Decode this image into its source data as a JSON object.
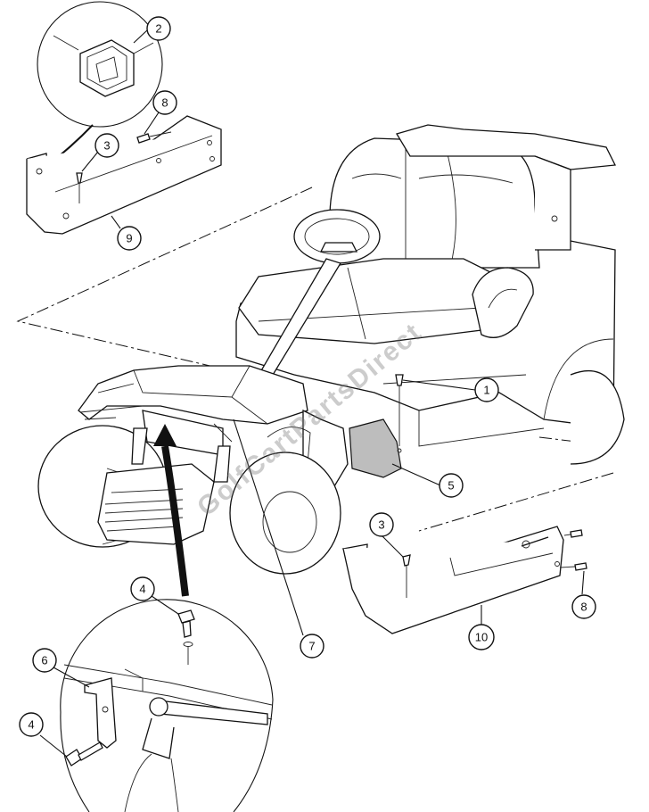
{
  "watermark": "GolfCartPartsDirect",
  "callouts": {
    "c1": "1",
    "c2": "2",
    "c3a": "3",
    "c3b": "3",
    "c4a": "4",
    "c4b": "4",
    "c5": "5",
    "c6": "6",
    "c7": "7",
    "c8a": "8",
    "c8b": "8",
    "c9": "9",
    "c10": "10"
  },
  "colors": {
    "line": "#111111",
    "background": "#ffffff",
    "panel_shade": "#bdbdbd",
    "watermark": "#787878"
  }
}
